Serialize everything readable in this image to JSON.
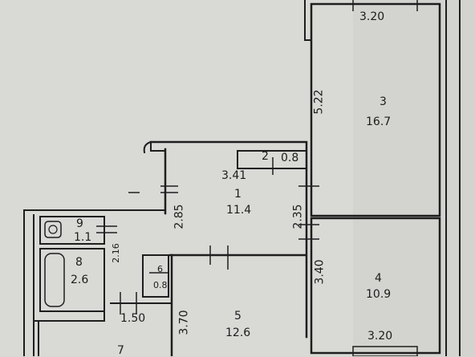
{
  "rooms": [
    {
      "number": "1",
      "area": "11.4"
    },
    {
      "number": "2",
      "area": "0.8"
    },
    {
      "number": "3",
      "area": "16.7"
    },
    {
      "number": "4",
      "area": "10.9"
    },
    {
      "number": "5",
      "area": "12.6"
    },
    {
      "number": "6",
      "area": "0.8"
    },
    {
      "number": "7",
      "area": ""
    },
    {
      "number": "8",
      "area": "2.6"
    },
    {
      "number": "9",
      "area": "1.1"
    }
  ],
  "dimensions": {
    "room3_width": "3.20",
    "room3_length": "5.22",
    "room4_width": "3.20",
    "room4_length": "3.40",
    "hall_width": "3.41",
    "hall_depth": "2.85",
    "hall_right": "2.35",
    "bath_height": "2.16",
    "room7_width": "1.50",
    "room5_length": "3.70"
  }
}
